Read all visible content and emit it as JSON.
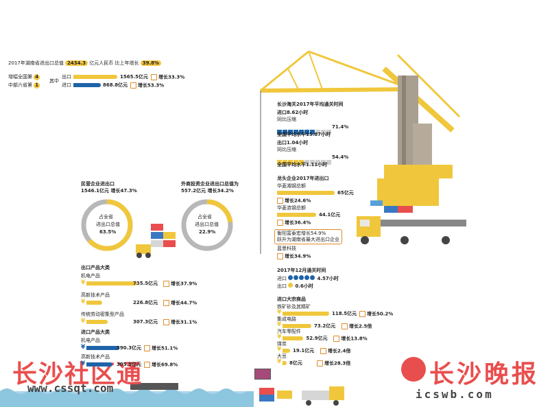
{
  "top": {
    "line1_prefix": "2017年湖南省进出口总值",
    "line1_value": "2434.3",
    "line1_mid": "亿元人民币 比上年增长",
    "line1_growth": "39.8%",
    "rank1_label": "增幅全国第",
    "rank1_num": "4",
    "rank2_label": "中部六省第",
    "rank2_num": "1",
    "of_which": "其中",
    "export_label": "出口",
    "export_value": "1565.5亿元",
    "export_growth": "增长33.3%",
    "import_label": "进口",
    "import_value": "868.8亿元",
    "import_growth": "增长53.3%"
  },
  "private": {
    "title": "民营企业进出口",
    "value": "1546.1亿元 增长47.3%",
    "inner1": "占全省",
    "inner2": "进出口总值",
    "inner3": "63.5%",
    "share": 0.635
  },
  "foreign": {
    "title": "外商投资企业进出口总值为",
    "value": "557.2亿元 增长34.2%",
    "inner1": "占全省",
    "inner2": "进出口总值",
    "inner3": "22.9%",
    "share": 0.229
  },
  "export_products": {
    "title": "出口产品大类",
    "items": [
      {
        "name": "机电产品",
        "value": "735.5亿元",
        "growth": "增长37.9%",
        "amount": 735.5
      },
      {
        "name": "高新技术产品",
        "value": "226.8亿元",
        "growth": "增长44.7%",
        "amount": 226.8
      },
      {
        "name": "传统劳动密集型产品",
        "value": "307.3亿元",
        "growth": "增长31.1%",
        "amount": 307.3
      }
    ]
  },
  "import_products": {
    "title": "进口产品大类",
    "items": [
      {
        "name": "机电产品",
        "value": "390.3亿元",
        "growth": "增长51.1%",
        "amount": 390.3
      },
      {
        "name": "高新技术产品",
        "value": "305.5亿元",
        "growth": "增长69.8%",
        "amount": 305.5
      }
    ]
  },
  "customs": {
    "title": "长沙海关2017年平均通关时间",
    "import_time": "进口8.62小时",
    "import_compare": "同比压缩",
    "import_pct": "71.4%",
    "import_ratio": 0.714,
    "import_national": "全国平均水平15.87小时",
    "export_time": "出口1.04小时",
    "export_compare": "同比压缩",
    "export_pct": "54.4%",
    "export_ratio": 0.544,
    "export_national": "全国平均水平1.11小时"
  },
  "leaders": {
    "title": "龙头企业2017年进出口",
    "items": [
      {
        "name": "华菱湘钢总额",
        "value": "65亿元",
        "growth": "增长24.6%",
        "amount": 65
      },
      {
        "name": "华菱涟钢总额",
        "value": "44.1亿元",
        "growth": "增长36.4%",
        "amount": 44.1
      }
    ],
    "hengyang_line1": "衡阳富泰宏增长54.9%",
    "hengyang_line2": "跃升为湖南省最大进出口企业",
    "lanse_name": "蓝思科技",
    "lanse_growth": "增长34.9%"
  },
  "dec": {
    "title": "2017年12月通关时间",
    "import_label": "进口",
    "import_value": "4.57小时",
    "export_label": "出口",
    "export_value": "0.6小时"
  },
  "bulk": {
    "title": "进口大宗商品",
    "items": [
      {
        "name": "铁矿砂及其精矿",
        "value": "118.5亿元",
        "growth": "增长50.2%",
        "amount": 118.5
      },
      {
        "name": "集成电路",
        "value": "73.2亿元",
        "growth": "增长2.5倍",
        "amount": 73.2
      },
      {
        "name": "汽车零配件",
        "value": "52.9亿元",
        "growth": "增长13.8%",
        "amount": 52.9
      },
      {
        "name": "煤炭",
        "value": "19.1亿元",
        "growth": "增长2.4倍",
        "amount": 19.1
      },
      {
        "name": "大豆",
        "value": "8亿元",
        "growth": "增长28.3倍",
        "amount": 8
      }
    ]
  },
  "watermark_left": {
    "title": "长沙社区通",
    "url": "www.cssqt.com"
  },
  "watermark_right": {
    "title": "长沙晚报",
    "url": "icswb.com"
  },
  "colors": {
    "yellow": "#f0c73c",
    "blue": "#1e63a8",
    "gray": "#b8b8b8",
    "red": "#e94e4e",
    "orange": "#e08a2a"
  }
}
